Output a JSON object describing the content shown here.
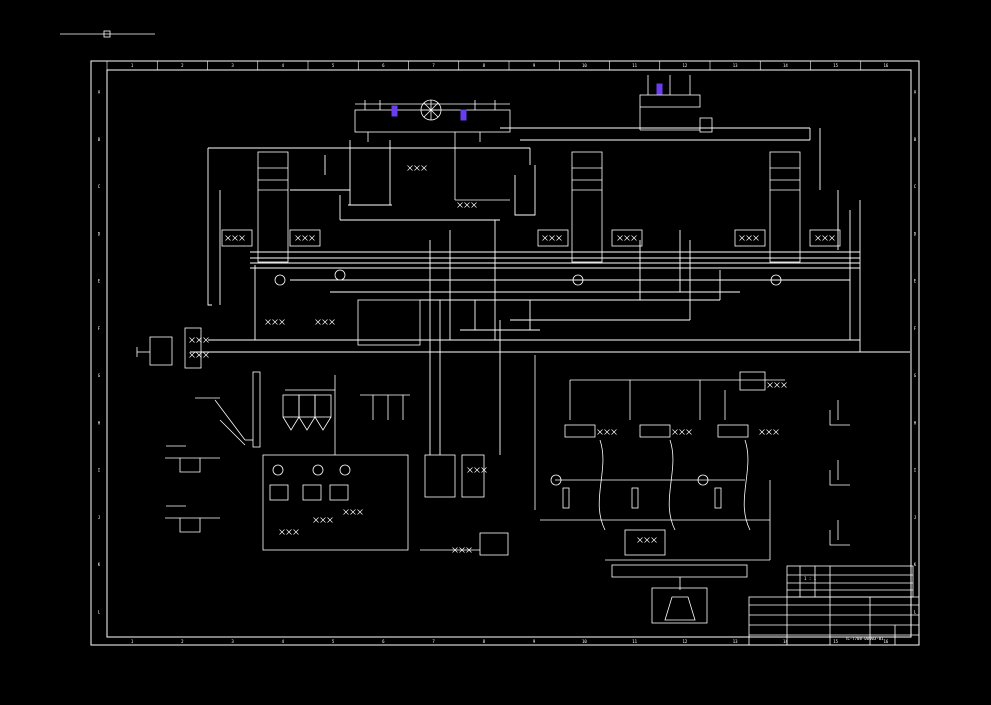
{
  "drawing": {
    "border_labels_top": [
      "1",
      "2",
      "3",
      "4",
      "5",
      "6",
      "7",
      "8",
      "9",
      "10",
      "11",
      "12",
      "13",
      "14",
      "15",
      "16"
    ],
    "border_labels_side": [
      "A",
      "B",
      "C",
      "D",
      "E",
      "F",
      "G",
      "H",
      "I",
      "J",
      "K",
      "L"
    ],
    "title_block": {
      "project_line": "TL-7708-00003-01",
      "scale_line": "1 : 1"
    }
  },
  "colors": {
    "background": "#000000",
    "line": "#ffffff",
    "highlight": "#6a3df0"
  }
}
